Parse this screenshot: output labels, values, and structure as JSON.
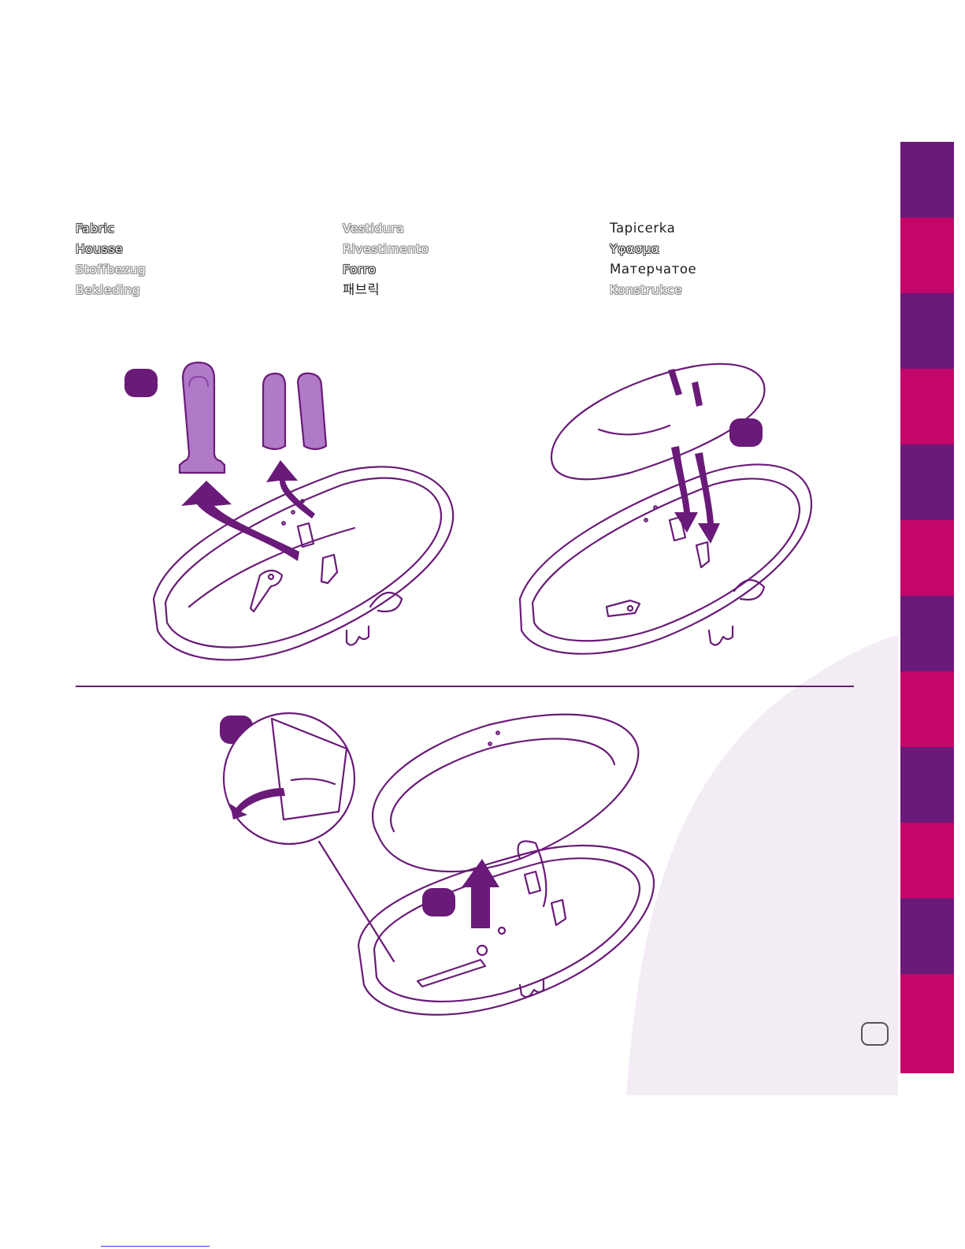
{
  "colors": {
    "purple": "#6a1a78",
    "magenta": "#c4066a",
    "light_purple": "#b07ac8",
    "swoosh": "#f3ecf5"
  },
  "labels": {
    "col1": [
      "Fabric",
      "Housse",
      "Stoffbezug",
      "Bekleding"
    ],
    "col2": [
      "Vestidura",
      "Rivestimento",
      "Forro",
      "패브릭"
    ],
    "col3": [
      "Tapicerka",
      "Υφασμα",
      "Матерчатое",
      "Konstrukce"
    ]
  },
  "sidebar_tabs": [
    "purple",
    "magenta",
    "purple",
    "magenta",
    "purple",
    "magenta",
    "purple",
    "magenta",
    "purple",
    "magenta",
    "purple",
    "magenta"
  ],
  "icons": {
    "step_badges": [
      "step-badge-icon",
      "step-badge-icon",
      "step-badge-icon",
      "step-badge-icon"
    ]
  }
}
